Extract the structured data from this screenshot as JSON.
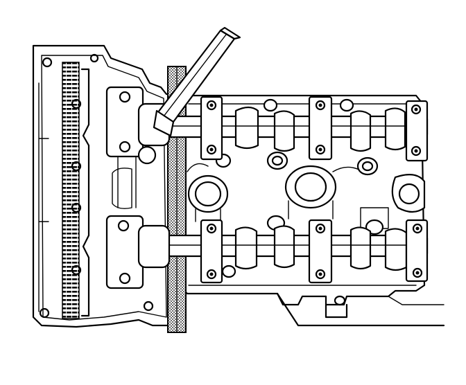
{
  "figure": {
    "subject": "engine-cylinder-head-camshafts-with-timing-chain-and-holding-tool",
    "style": "black-and-white line drawing",
    "colors": {
      "ink": "#000000",
      "paper": "#ffffff",
      "stipple": "#8a8a8a"
    }
  },
  "parts": {
    "camshafts": 2,
    "bearing_caps_per_camshaft": 3,
    "spark_plug_tubes": 3
  }
}
